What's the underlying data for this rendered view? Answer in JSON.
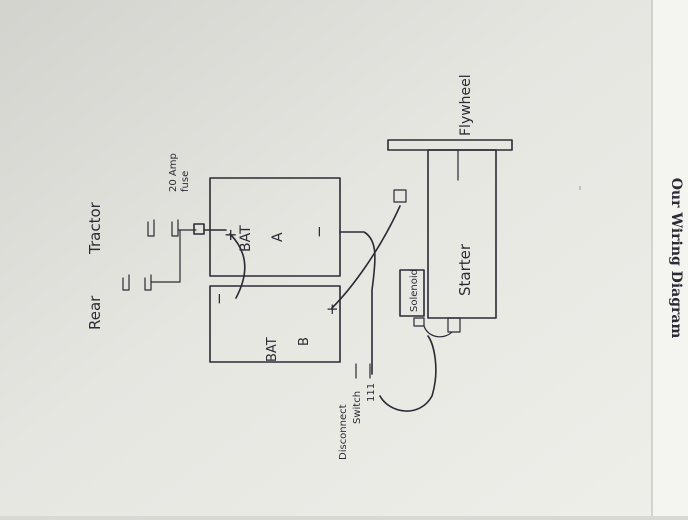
{
  "labels": {
    "rear_line1": "Rear",
    "rear_line2": "Tractor",
    "fuse_line1": "20 Amp",
    "fuse_line2": "fuse",
    "bat_a_name": "BAT",
    "bat_a_letter": "A",
    "bat_b_name": "BAT",
    "bat_b_letter": "B",
    "plus": "+",
    "minus": "−",
    "flywheel": "Flywheel",
    "starter": "Starter",
    "solenoid": "Solenoid",
    "disconnect_line1": "Disconnect",
    "disconnect_line2": "Switch",
    "switch_mark": "111",
    "page_title": "Our Wiring Diagram"
  },
  "colors": {
    "paper": "#ebebe6",
    "ink": "#2b2b35"
  }
}
